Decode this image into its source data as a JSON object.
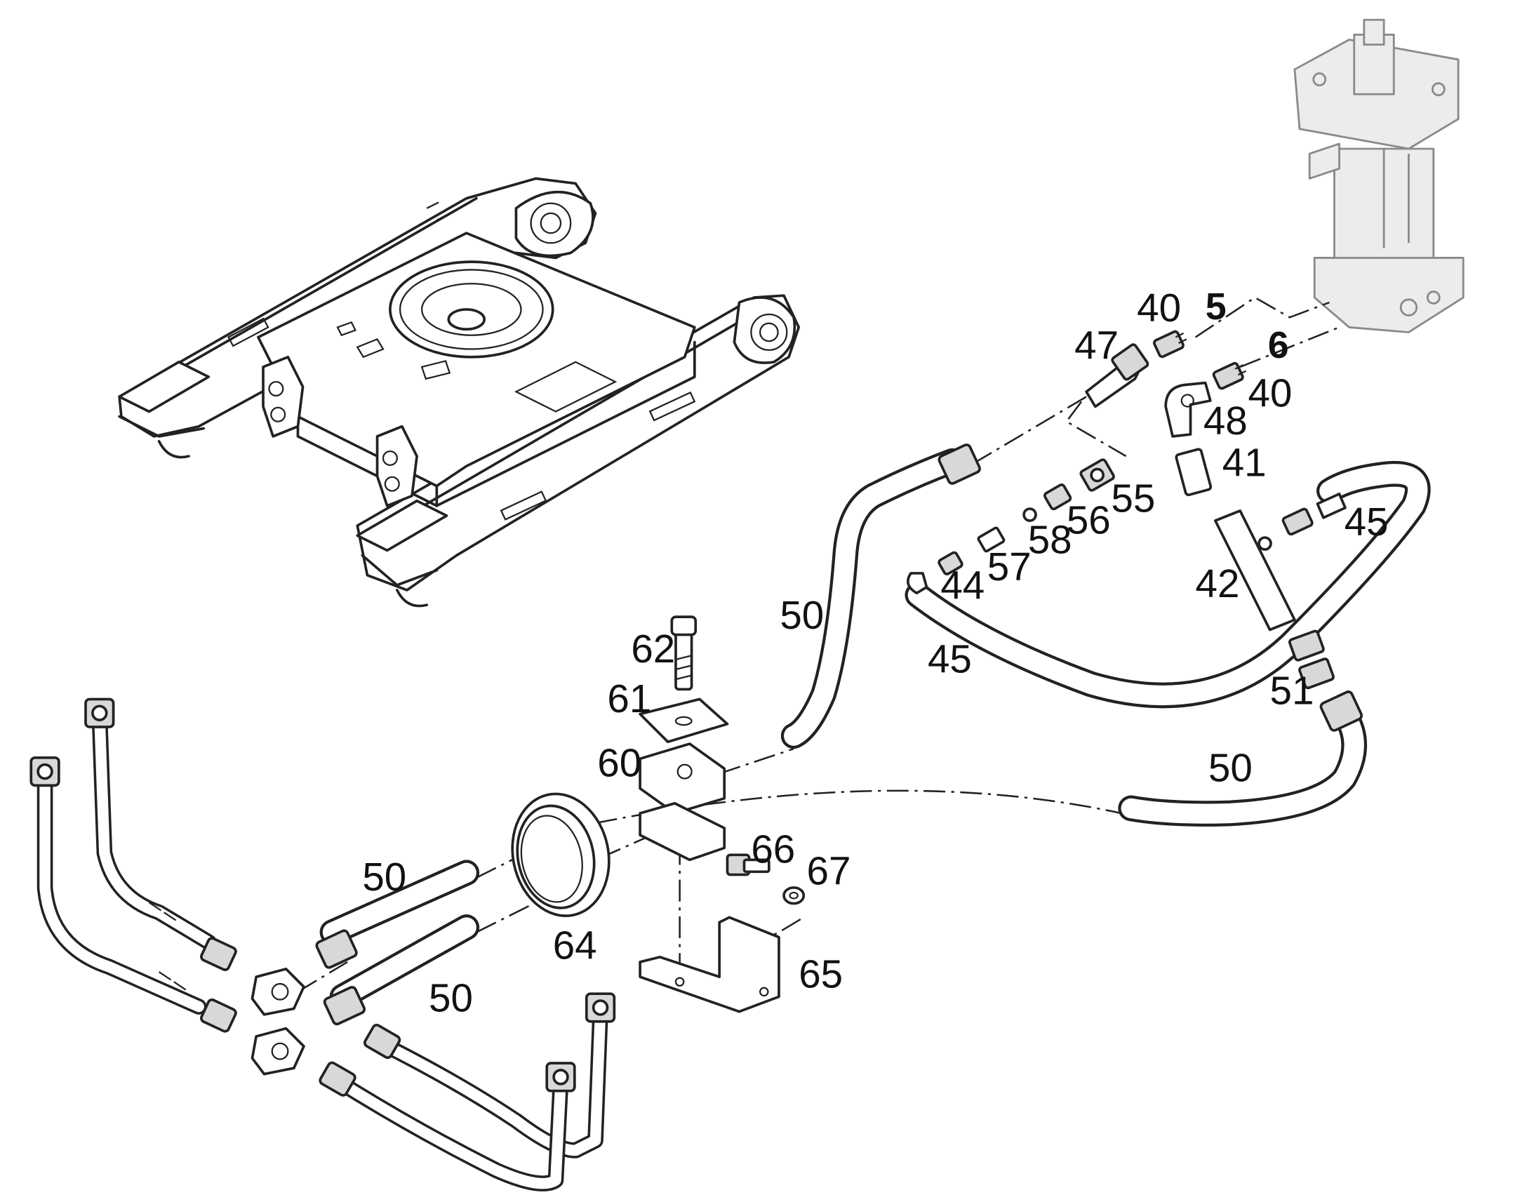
{
  "labels": {
    "p5": "5",
    "p6": "6",
    "p40a": "40",
    "p40b": "40",
    "p41": "41",
    "p42": "42",
    "p44": "44",
    "p45a": "45",
    "p45b": "45",
    "p47": "47",
    "p48": "48",
    "p50a": "50",
    "p50b": "50",
    "p50c": "50",
    "p50d": "50",
    "p51": "51",
    "p55": "55",
    "p56": "56",
    "p57": "57",
    "p58": "58",
    "p60": "60",
    "p61": "61",
    "p62": "62",
    "p64": "64",
    "p65": "65",
    "p66": "66",
    "p67": "67"
  },
  "colors": {
    "line": "#222222",
    "background": "#ffffff",
    "faint_part": "#8a8a8a"
  }
}
